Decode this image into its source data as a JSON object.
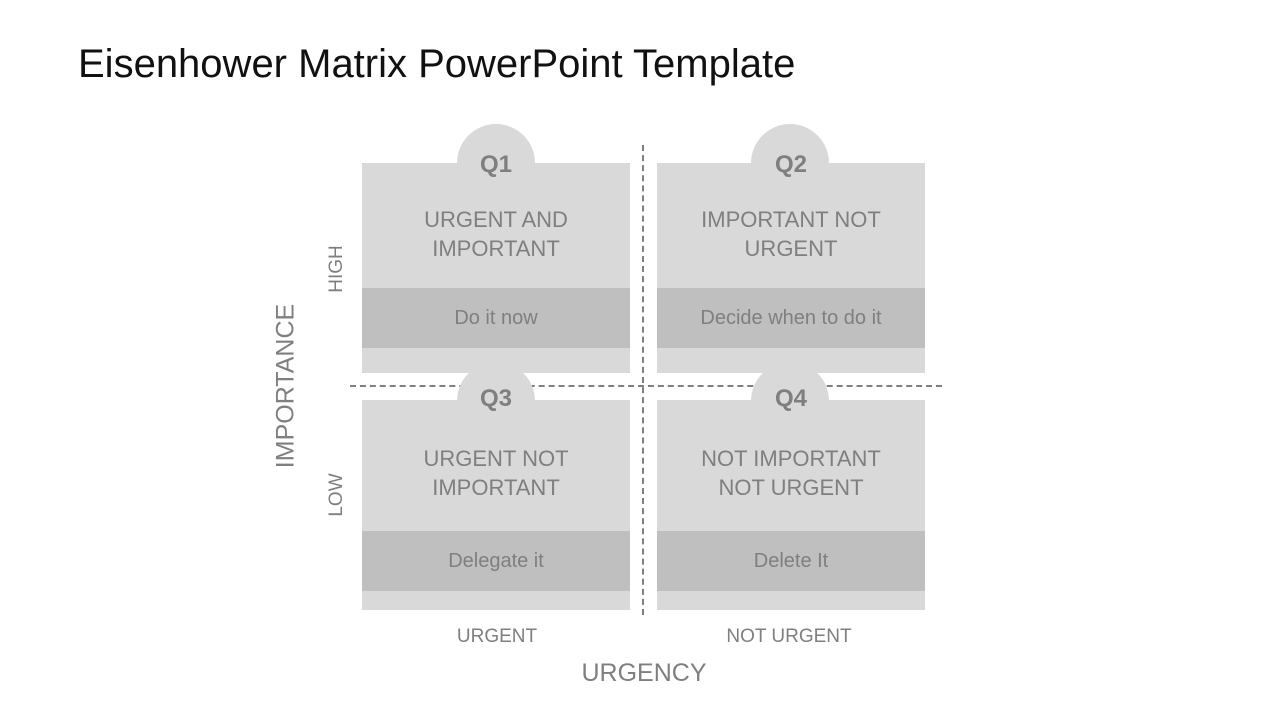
{
  "slide": {
    "title": "Eisenhower Matrix PowerPoint Template"
  },
  "axes": {
    "y_title": "IMPORTANCE",
    "y_high": "HIGH",
    "y_low": "LOW",
    "x_title": "URGENCY",
    "x_left": "URGENT",
    "x_right": "NOT URGENT"
  },
  "quadrants": [
    {
      "id": "Q1",
      "line1": "URGENT AND",
      "line2": "IMPORTANT",
      "action": "Do it now"
    },
    {
      "id": "Q2",
      "line1": "IMPORTANT NOT",
      "line2": "URGENT",
      "action": "Decide when to do it"
    },
    {
      "id": "Q3",
      "line1": "URGENT NOT",
      "line2": "IMPORTANT",
      "action": "Delegate it"
    },
    {
      "id": "Q4",
      "line1": "NOT IMPORTANT",
      "line2": "NOT URGENT",
      "action": "Delete It"
    }
  ],
  "colors": {
    "quadrant_fill": "#d9d9d9",
    "band_fill": "#bfbfbf",
    "text": "#7f7f7f",
    "dash": "#7f7f7f"
  }
}
